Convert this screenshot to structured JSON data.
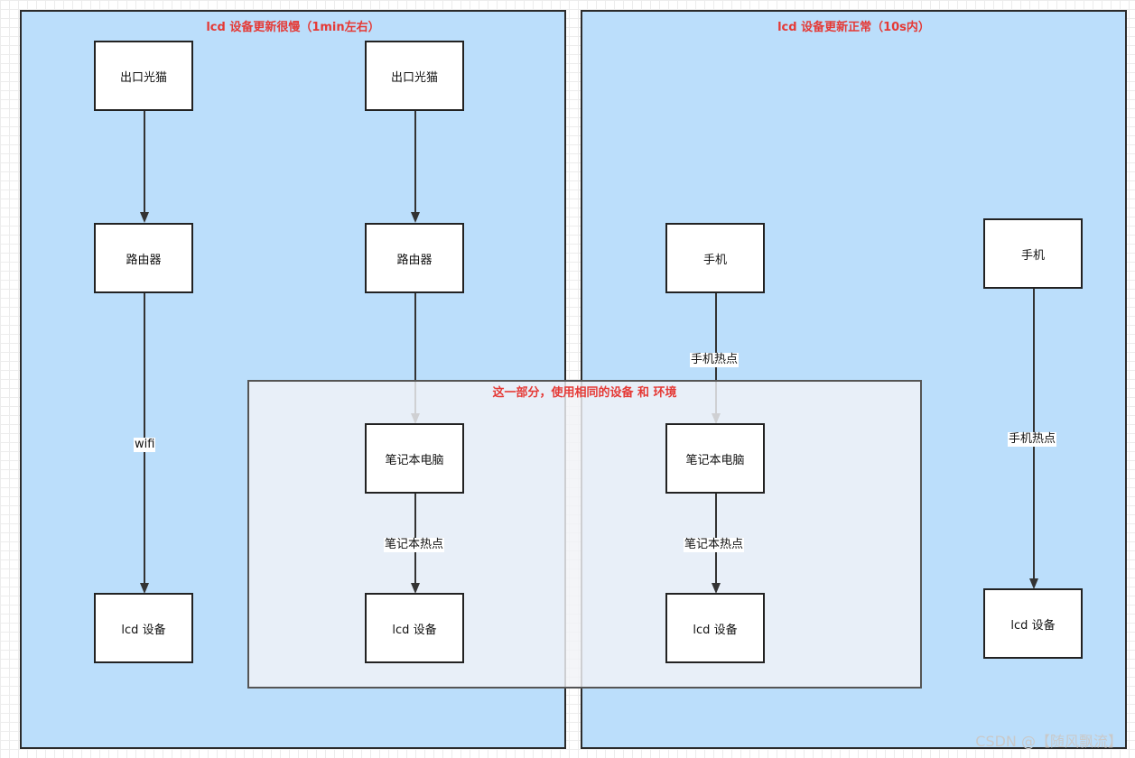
{
  "zones": {
    "left_title": "lcd 设备更新很慢（1min左右）",
    "right_title": "lcd 设备更新正常（10s内）"
  },
  "overlay": {
    "title": "这一部分，使用相同的设备 和 环境"
  },
  "nodes": {
    "a_modem": "出口光猫",
    "a_router": "路由器",
    "a_lcd": "lcd 设备",
    "b_modem": "出口光猫",
    "b_router": "路由器",
    "b_laptop": "笔记本电脑",
    "b_lcd": "lcd 设备",
    "c_phone": "手机",
    "c_laptop": "笔记本电脑",
    "c_lcd": "lcd 设备",
    "d_phone": "手机",
    "d_lcd": "lcd 设备"
  },
  "edge_labels": {
    "a_wifi": "wifi",
    "b_hotspot": "笔记本热点",
    "c_phone_hotspot": "手机热点",
    "c_laptop_hotspot": "笔记本热点",
    "d_phone_hotspot": "手机热点"
  },
  "watermark": "CSDN @【随风飘流】"
}
